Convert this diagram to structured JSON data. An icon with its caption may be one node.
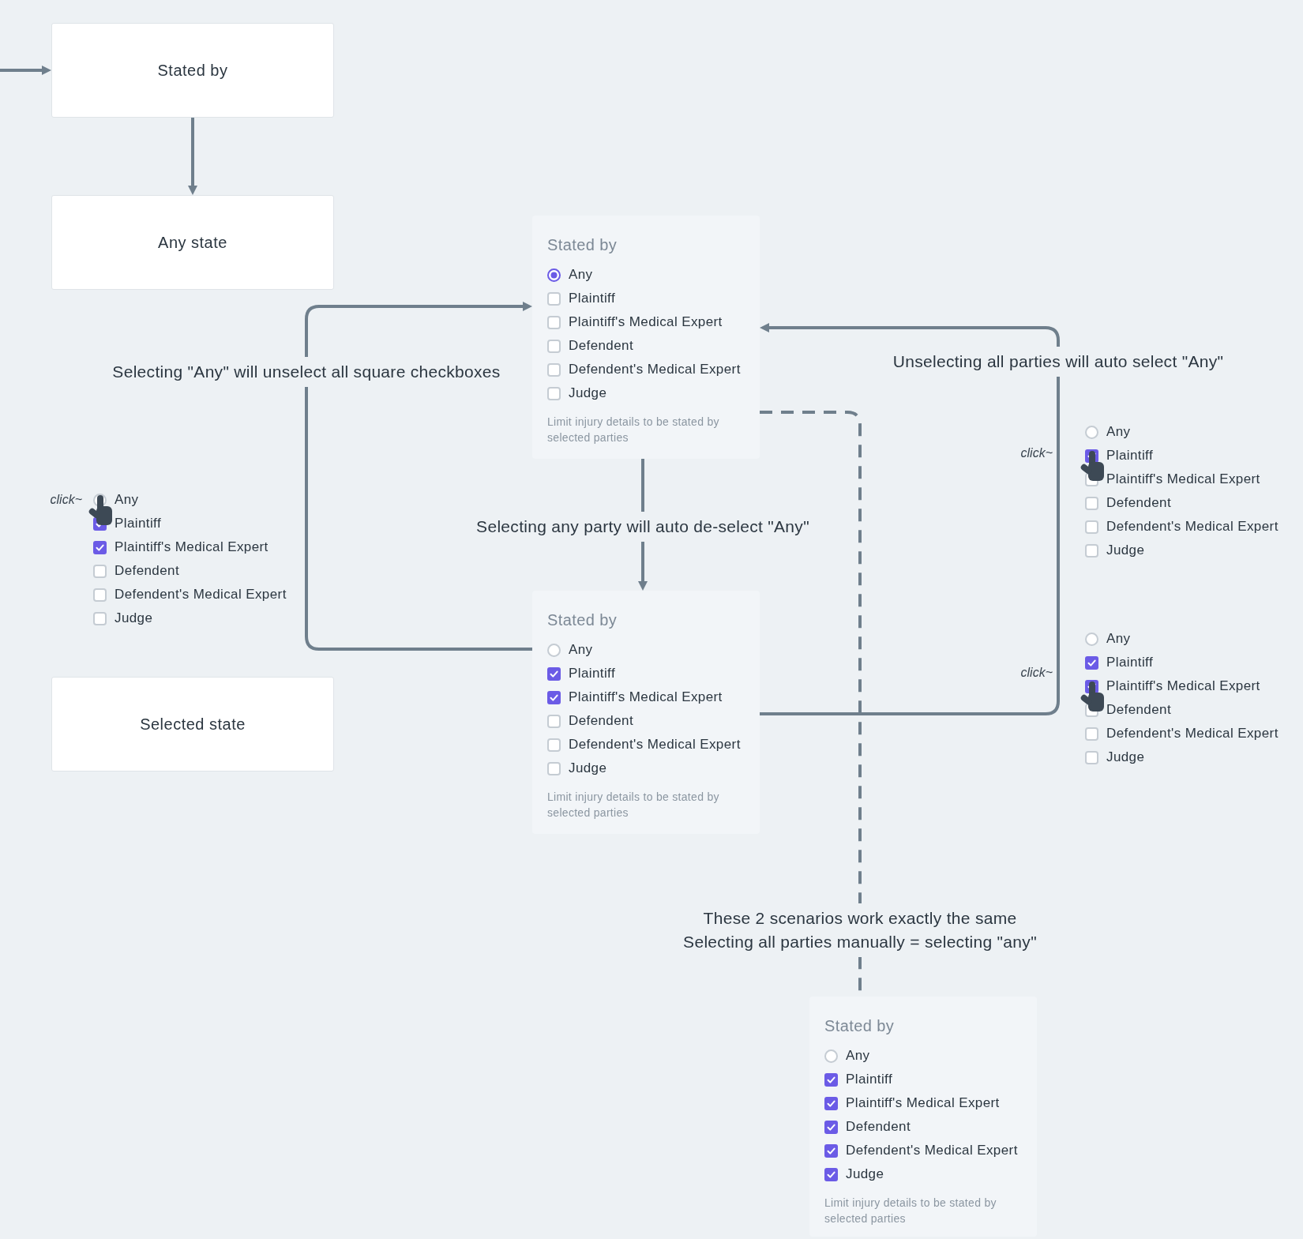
{
  "diagram": {
    "nodes": [
      {
        "text": [
          "Stated by"
        ]
      },
      {
        "text": [
          "Any state"
        ]
      },
      {
        "text": [
          "Selected state"
        ]
      },
      {
        "text": [
          "Stated by",
          "Any",
          "Plaintiff",
          "Plaintiff's Medical Expert",
          "Defendent",
          "Defendent's Medical Expert",
          "Judge",
          "Limit injury details to be stated by selected parties"
        ]
      },
      {
        "text": [
          "Stated by",
          "Any",
          "Plaintiff",
          "Plaintiff's Medical Expert",
          "Defendent",
          "Defendent's Medical Expert",
          "Judge",
          "Limit injury details to be stated by selected parties"
        ]
      },
      {
        "text": [
          "Stated by",
          "Any",
          "Plaintiff",
          "Plaintiff's Medical Expert",
          "Defendent",
          "Defendent's Medical Expert",
          "Judge",
          "Limit injury details to be stated by selected parties"
        ]
      }
    ],
    "edges": [
      {
        "from": null,
        "to": 0,
        "arrow": "to"
      },
      {
        "from": 0,
        "to": 1,
        "arrow": "to"
      },
      {
        "from": 3,
        "to": 4,
        "arrow": "to",
        "label": "Selecting any party will auto de-select \"Any\""
      },
      {
        "from": 4,
        "to": 3,
        "arrow": "to",
        "label": "Selecting \"Any\" will unselect all square checkboxes"
      },
      {
        "from": 4,
        "to": 3,
        "arrow": "to",
        "label": "Unselecting all parties will auto select \"Any\""
      },
      {
        "from": 3,
        "to": 5,
        "arrow": "none",
        "style": "dashed",
        "label": "These 2 scenarios work exactly the same Selecting all parties manually = selecting \"any\""
      }
    ],
    "labels": [
      "click~",
      "Any",
      "Plaintiff",
      "Plaintiff's Medical Expert",
      "Defendent",
      "Defendent's Medical Expert",
      "Judge",
      "click~",
      "Any",
      "Plaintiff",
      "Plaintiff's Medical Expert",
      "Defendent",
      "Defendent's Medical Expert",
      "Judge",
      "click~",
      "Any",
      "Plaintiff",
      "Plaintiff's Medical Expert",
      "Defendent",
      "Defendent's Medical Expert",
      "Judge"
    ]
  }
}
